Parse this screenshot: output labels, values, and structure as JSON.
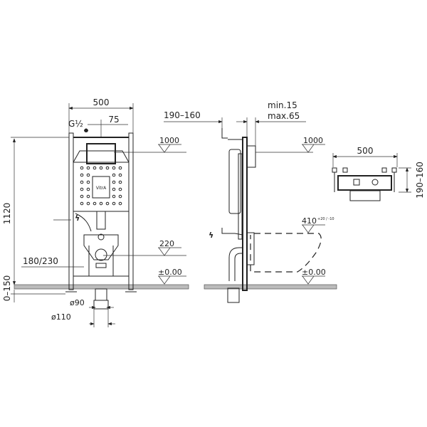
{
  "brand_logo": "VitrA",
  "front_view": {
    "width": "500",
    "inlet": "G½",
    "inlet_offset": "75",
    "height": "1120",
    "floor_adjust": "0–150",
    "drain_spacing": "180/230",
    "pipe_small": "ø90",
    "pipe_large": "ø110",
    "level_top": "1000",
    "level_mid": "220",
    "level_floor": "±0.00"
  },
  "side_view": {
    "depth": "190–160",
    "wall_min": "min.15",
    "wall_max": "max.65",
    "level_top": "1000",
    "bowl_height": "410",
    "bowl_tolerance": "+20 / -10",
    "level_floor": "±0.00"
  },
  "plan_view": {
    "width": "500",
    "depth": "190–160"
  },
  "icons": [
    "electrical-icon",
    "water-drop-icon",
    "level-triangle-icon"
  ]
}
